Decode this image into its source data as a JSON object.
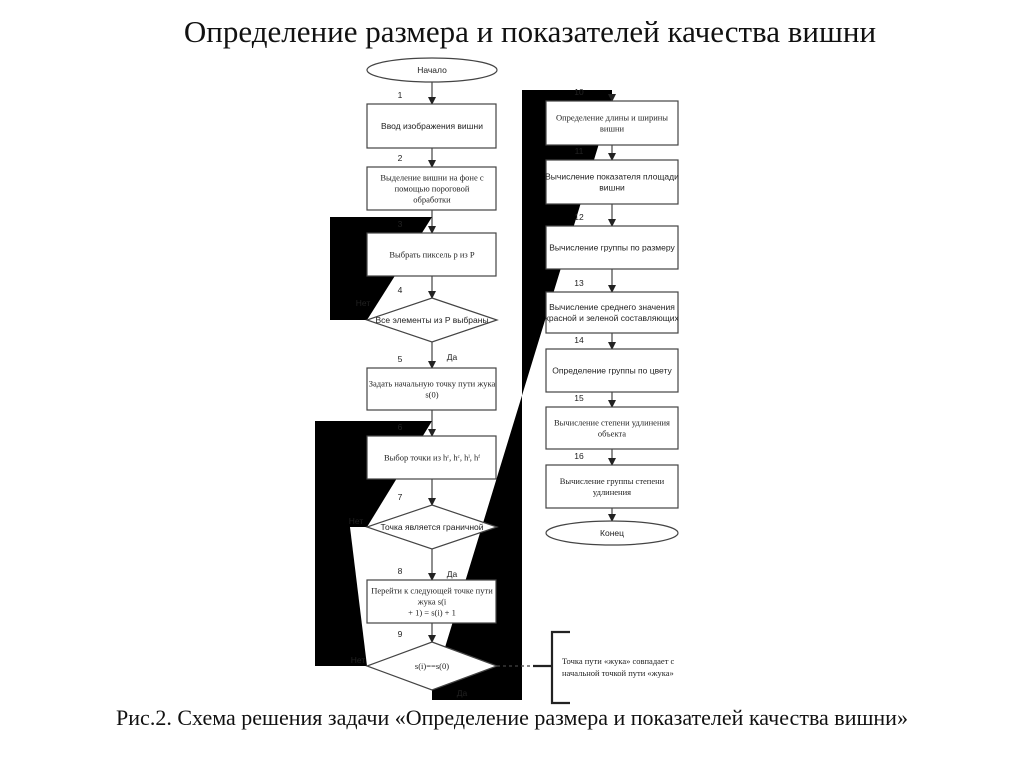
{
  "title": "Определение размера и показателей качества вишни",
  "caption": "Рис.2. Схема решения задачи «Определение размера и показателей качества вишни»",
  "flowchart": {
    "start": "Начало",
    "end": "Конец",
    "yes_label": "Да",
    "no_label": "Нет",
    "steps": [
      {
        "num": "1",
        "type": "process",
        "lines": [
          "Ввод изображения вишни"
        ]
      },
      {
        "num": "2",
        "type": "process",
        "lines": [
          "Выделение вишни на фоне с",
          "помощью пороговой",
          "обработки"
        ]
      },
      {
        "num": "3",
        "type": "process",
        "lines": [
          "Выбрать пиксель p из P"
        ]
      },
      {
        "num": "4",
        "type": "decision",
        "lines": [
          "Все элементы из P выбраны"
        ]
      },
      {
        "num": "5",
        "type": "process",
        "lines": [
          "Задать начальную точку пути жука",
          "s(0)"
        ]
      },
      {
        "num": "6",
        "type": "process",
        "lines": [
          "Выбор точки из hʳ, hᶜ, hˡ, hᶠ"
        ]
      },
      {
        "num": "7",
        "type": "decision",
        "lines": [
          "Точка является граничной"
        ]
      },
      {
        "num": "8",
        "type": "process",
        "lines": [
          "Перейти к следующей точке пути",
          "жука s(i",
          "+ 1) = s(i) + 1"
        ]
      },
      {
        "num": "9",
        "type": "decision",
        "lines": [
          "s(i)==s(0)"
        ]
      },
      {
        "num": "10",
        "type": "process",
        "lines": [
          "Определение длины и ширины",
          "вишни"
        ]
      },
      {
        "num": "11",
        "type": "process",
        "lines": [
          "Вычисление показателя площади",
          "вишни"
        ]
      },
      {
        "num": "12",
        "type": "process",
        "lines": [
          "Вычисление группы по размеру"
        ]
      },
      {
        "num": "13",
        "type": "process",
        "lines": [
          "Вычисление среднего значения",
          "красной и зеленой составляющих"
        ]
      },
      {
        "num": "14",
        "type": "process",
        "lines": [
          "Определение группы по цвету"
        ]
      },
      {
        "num": "15",
        "type": "process",
        "lines": [
          "Вычисление степени удлинения",
          "объекта"
        ]
      },
      {
        "num": "16",
        "type": "process",
        "lines": [
          "Вычисление группы степени",
          "удлинения"
        ]
      }
    ],
    "annotation": [
      "Точка пути «жука» совпадает с",
      "начальной точкой пути «жука»"
    ]
  }
}
